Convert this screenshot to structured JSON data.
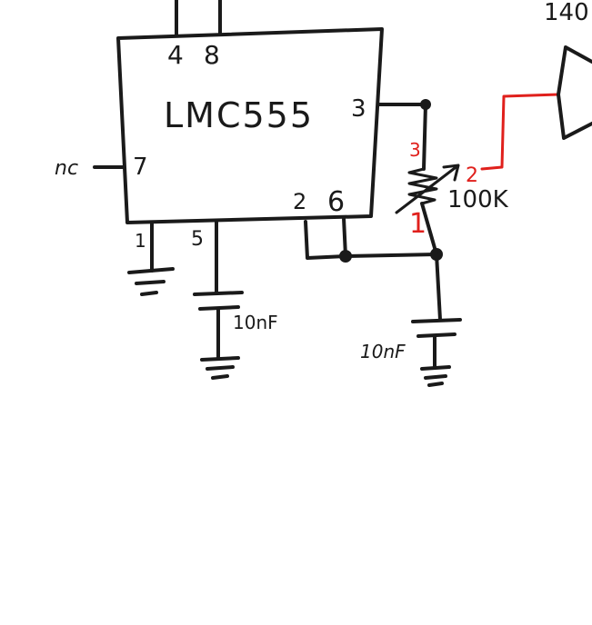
{
  "ic": {
    "label": "LMC555",
    "pins": {
      "p4": "4",
      "p8": "8",
      "p3": "3",
      "p7": "7",
      "p1": "1",
      "p5": "5",
      "p2": "2",
      "p6": "6"
    }
  },
  "labels": {
    "nc": "nc",
    "cap_control": "10nF",
    "cap_timing": "10nF",
    "pot_value": "100K",
    "pot_pin1": "1",
    "pot_pin2": "2",
    "pot_pin3": "3",
    "top_right_partial": "140"
  },
  "colors": {
    "ink": "#1a1a1a",
    "annotation": "#e0201c"
  }
}
